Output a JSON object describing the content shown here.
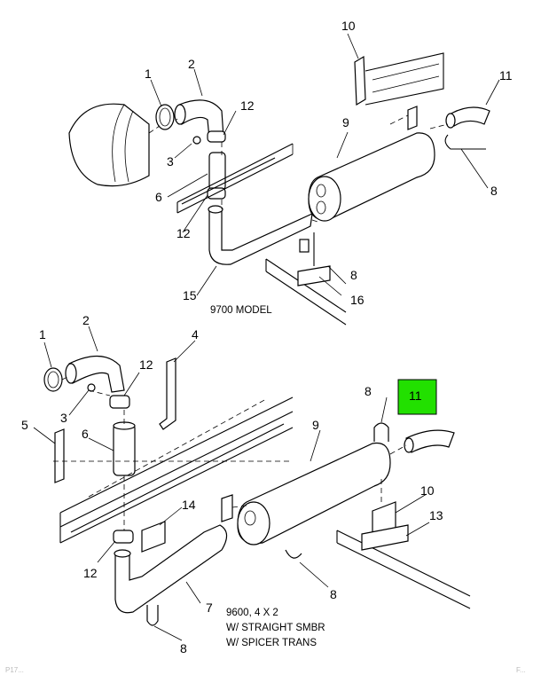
{
  "callouts_top": [
    "1",
    "2",
    "3",
    "12",
    "6",
    "12",
    "15",
    "10",
    "11",
    "9",
    "8",
    "8",
    "16"
  ],
  "caption_top": "9700 MODEL",
  "callouts_bottom": [
    "1",
    "2",
    "3",
    "12",
    "4",
    "5",
    "6",
    "14",
    "12",
    "7",
    "8",
    "8",
    "9",
    "11",
    "10",
    "13",
    "8"
  ],
  "caption_bottom": [
    "9600, 4 X 2",
    "W/ STRAIGHT SMBR",
    "W/ SPICER TRANS"
  ],
  "highlight": {
    "label": "11",
    "color": "#22e000"
  },
  "footer": {
    "left": "P17...",
    "right": "F..."
  }
}
